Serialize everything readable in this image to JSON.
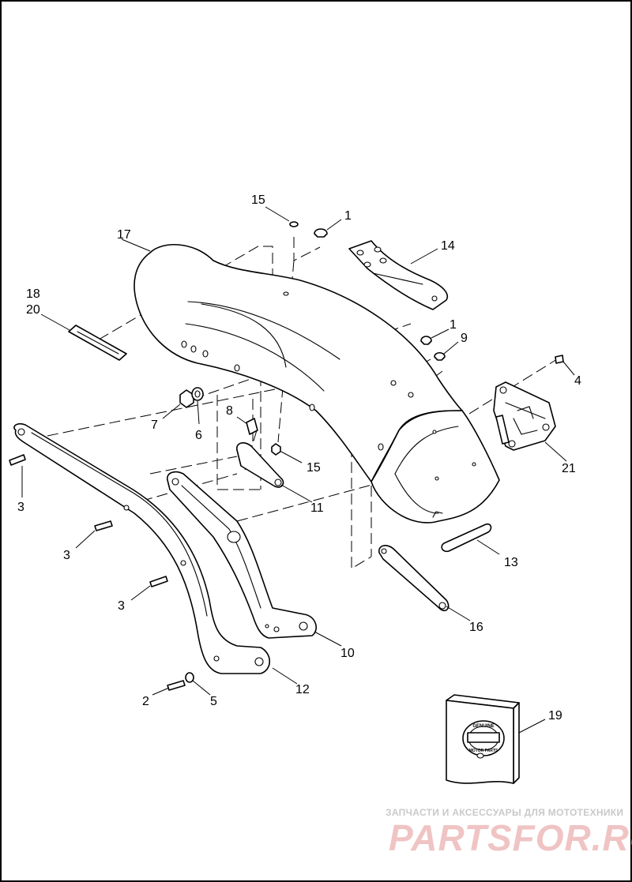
{
  "diagram": {
    "callouts": {
      "c1a": "1",
      "c1b": "1",
      "c2": "2",
      "c3a": "3",
      "c3b": "3",
      "c3c": "3",
      "c4": "4",
      "c5": "5",
      "c6": "6",
      "c7": "7",
      "c8": "8",
      "c9": "9",
      "c10": "10",
      "c11": "11",
      "c12": "12",
      "c13": "13",
      "c14": "14",
      "c15a": "15",
      "c15b": "15",
      "c16": "16",
      "c17": "17",
      "c18": "18",
      "c19": "19",
      "c20": "20",
      "c21": "21"
    },
    "parts_kit_badge": {
      "line1": "GENUINE",
      "line2": "MOTOR PARTS"
    }
  },
  "watermark": {
    "tagline": "ЗАПЧАСТИ И АКСЕССУАРЫ ДЛЯ МОТОТЕХНИКИ",
    "brand": "PARTSFOR.RU"
  }
}
